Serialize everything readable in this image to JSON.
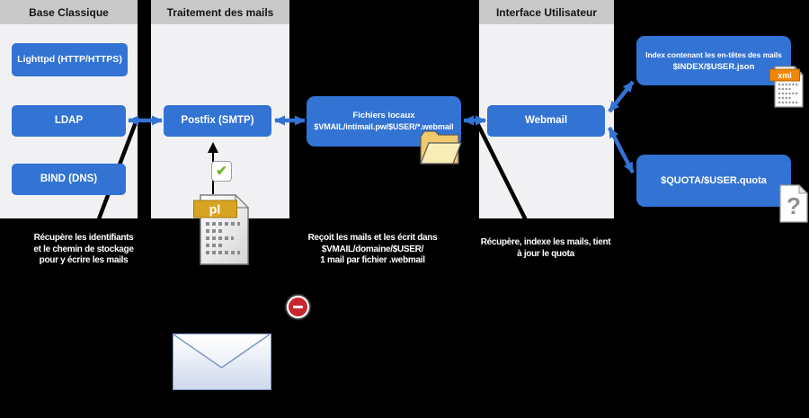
{
  "diagram": {
    "groups": [
      {
        "title": "Base Classique"
      },
      {
        "title": "Traitement des mails"
      },
      {
        "title": "Interface Utilisateur"
      }
    ],
    "nodes": {
      "lighttpd": "Lighttpd (HTTP/HTTPS)",
      "ldap": "LDAP",
      "bind": "BIND (DNS)",
      "postfix": "Postfix (SMTP)",
      "fichiers_line1": "Fichiers locaux",
      "fichiers_line2": "$VMAIL/intimail.pw/$USER/*.webmail",
      "webmail": "Webmail",
      "index_line1": "Index contenant les en-têtes des mails",
      "index_line2": "$INDEX/$USER.json",
      "quota": "$QUOTA/$USER.quota"
    },
    "notes": {
      "ldap": [
        "Récupère les identifiants",
        "et le chemin de stockage",
        "pour y écrire les mails"
      ],
      "fichiers": [
        "Reçoit les mails et les écrit dans",
        "$VMAIL/domaine/$USER/",
        "1 mail par fichier .webmail"
      ],
      "webmail": [
        "Récupère, indexe les mails, tient",
        "à jour le quota"
      ]
    },
    "icons": {
      "check": "✔",
      "pl": "pl",
      "xml": "xml",
      "question": "?"
    },
    "colors": {
      "node_blue": "#3273d4",
      "header_gray": "#c9c9c9",
      "panel_bg": "#f1f1f3",
      "banner_gold": "#d7a421",
      "xml_orange": "#f08705",
      "folder_yellow": "#f2cf76",
      "stop_red": "#c9252d",
      "check_green": "#6fb52c"
    }
  }
}
